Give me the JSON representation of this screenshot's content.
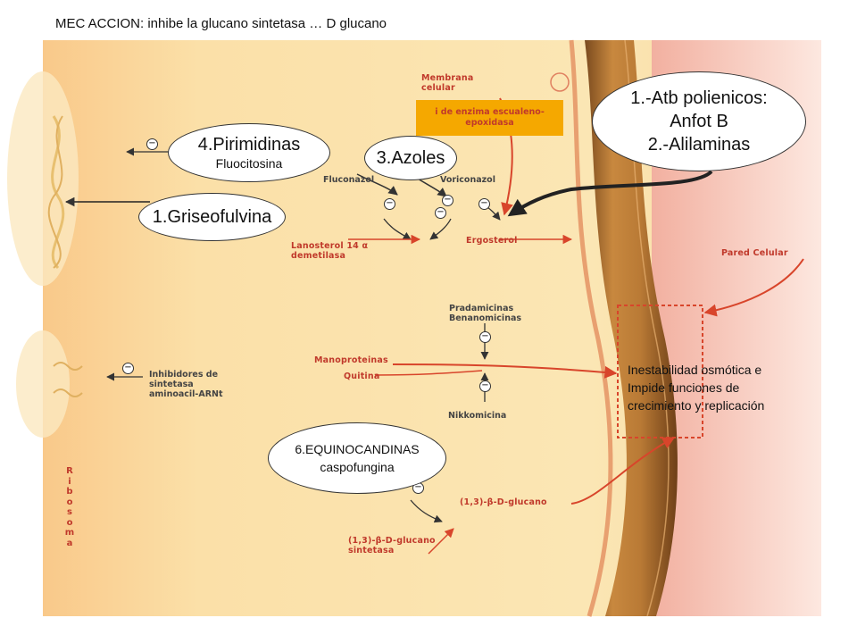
{
  "header": "MEC ACCION: inhibe la glucano sintetasa … D glucano",
  "ovals": {
    "polienicos": {
      "line1": "1.-Atb polienicos:",
      "line2": "Anfot B",
      "line3": "2.-Alilaminas"
    },
    "pirimidinas": {
      "title": "4.Pirimidinas",
      "sub": "Fluocitosina"
    },
    "azoles": {
      "title": "3.Azoles"
    },
    "griseofulvina": {
      "title": "1.Griseofulvina"
    },
    "equinocandinas": {
      "title": "6.EQUINOCANDINAS",
      "sub": "caspofungina"
    }
  },
  "enzyme_box": {
    "line1": "i de enzima escualeno-",
    "line2": "epoxidasa"
  },
  "labels": {
    "membrana1": "Membrana",
    "membrana2": "celular",
    "fluconazol": "Fluconazol",
    "voriconazol": "Voriconazol",
    "lanosterol1": "Lanosterol 14 α",
    "lanosterol2": "demetilasa",
    "ergosterol": "Ergosterol",
    "pared": "Pared Celular",
    "pradamicinas": "Pradamicinas",
    "benanomicinas": "Benanomicinas",
    "manoproteinas": "Manoproteinas",
    "quitina": "Quitina",
    "nikkomicina": "Nikkomicina",
    "inhib1": "Inhibidores de",
    "inhib2": "sintetasa",
    "inhib3": "aminoacil-ARNt",
    "glucano": "(1,3)-β-D-glucano",
    "glucano_sint1": "(1,3)-β-D-glucano",
    "glucano_sint2": "sintetasa",
    "ribosoma": "Ribosoma"
  },
  "note": {
    "line1": "Inestabilidad osmótica e",
    "line2": "Impide funciones de",
    "line3": "crecimiento y replicación"
  },
  "colors": {
    "label_red": "#c0392b",
    "cytoplasm": "#f8d89a",
    "wall": "#c98a3c",
    "enzyme_box": "#f5a800"
  }
}
